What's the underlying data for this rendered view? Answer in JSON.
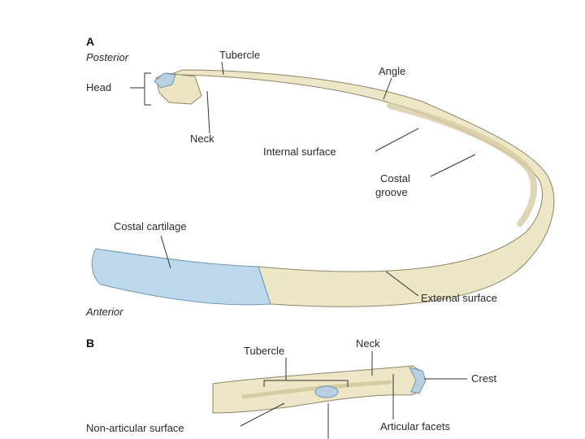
{
  "panel_a": {
    "letter": "A",
    "orientation_top": "Posterior",
    "orientation_bottom": "Anterior",
    "labels": {
      "tubercle": "Tubercle",
      "head": "Head",
      "angle": "Angle",
      "neck": "Neck",
      "internal_surface": "Internal surface",
      "costal_groove_line1": "Costal",
      "costal_groove_line2": "groove",
      "costal_cartilage": "Costal cartilage",
      "external_surface": "External surface"
    }
  },
  "panel_b": {
    "letter": "B",
    "labels": {
      "tubercle": "Tubercle",
      "neck": "Neck",
      "crest": "Crest",
      "non_articular_surface": "Non-articular surface",
      "articular_facets": "Articular facets"
    }
  },
  "colors": {
    "bone": "#ede6c7",
    "bone_shade": "#d6cca4",
    "bone_outline": "#8c8566",
    "cartilage": "#bcd8ea",
    "cartilage_outline": "#6e97b3",
    "facet": "#b9cfe2"
  }
}
